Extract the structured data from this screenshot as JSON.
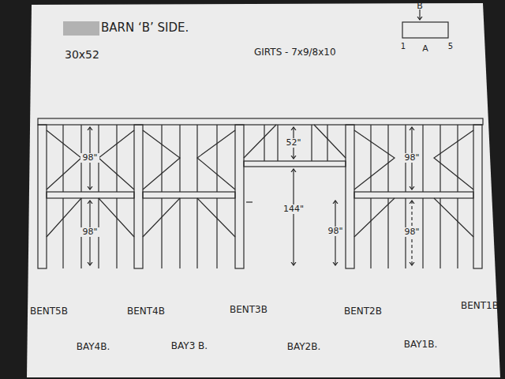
{
  "diagram": {
    "title": "BARN ‘B’ SIDE.",
    "labels": [
      "30x52",
      "GIRTS - 7x9/8x10",
      "B",
      "1",
      "A",
      "5",
      "98\"",
      "98\"",
      "52\"",
      "144\"",
      "98\"",
      "98\"",
      "98\"",
      "BENT5B",
      "BENT4B",
      "BENT3B",
      "BENT2B",
      "BENT1B",
      "BAY4B.",
      "BAY3 B.",
      "BAY2B.",
      "BAY1B."
    ]
  }
}
